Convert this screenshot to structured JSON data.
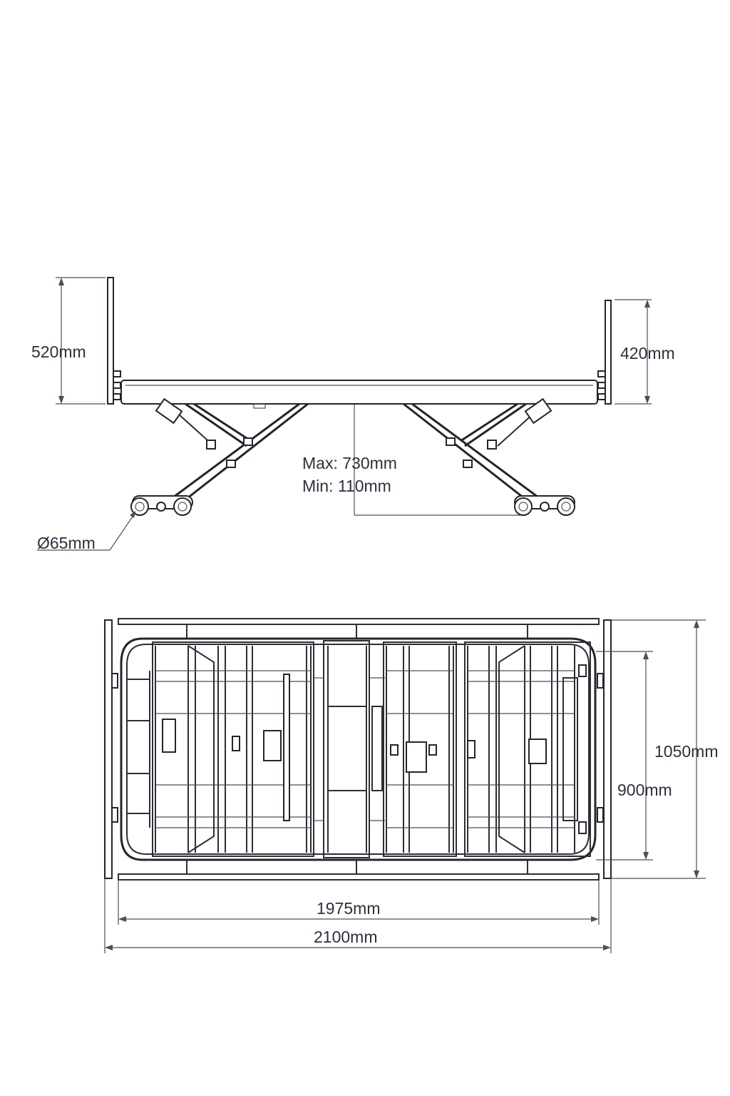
{
  "side_view": {
    "head_height": "520mm",
    "foot_height": "420mm",
    "height_max": "Max: 730mm",
    "height_min": "Min: 110mm",
    "wheel_diameter": "Ø65mm"
  },
  "top_view": {
    "overall_width": "1050mm",
    "inner_width": "900mm",
    "inner_length": "1975mm",
    "overall_length": "2100mm"
  },
  "colors": {
    "line": "#2b2f36",
    "text": "#2a3140"
  }
}
